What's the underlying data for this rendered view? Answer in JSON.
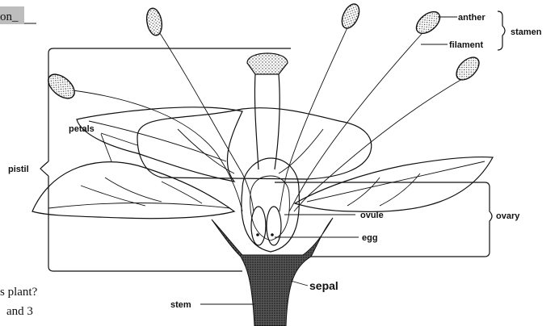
{
  "header_fragment": "on_",
  "question_fragments": [
    "s plant?",
    "and 3"
  ],
  "labels": {
    "anther": "anther",
    "filament": "filament",
    "stamen": "stamen",
    "pistil": "pistil",
    "petals": "petals",
    "ovule": "ovule",
    "ovary": "ovary",
    "egg": "egg",
    "sepal": "sepal",
    "stem": "stem"
  },
  "colors": {
    "ink": "#111111",
    "header_bg": "#bdbdbd",
    "sepal_fill": "#444444"
  }
}
